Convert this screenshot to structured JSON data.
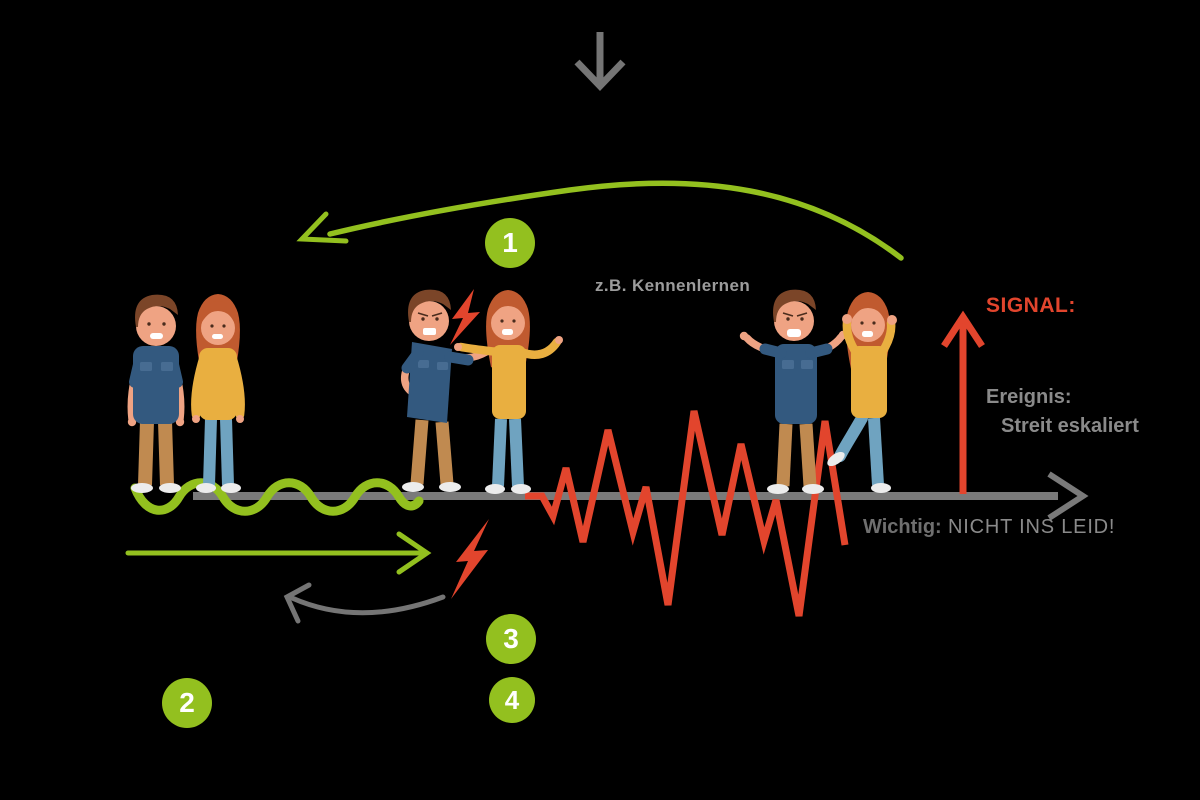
{
  "colors": {
    "background": "#000000",
    "green": "#93c01f",
    "red": "#e2452d",
    "gray": "#757575",
    "axis_gray": "#7a7a7a",
    "label_gray": "#9c9c9c",
    "text_gray": "#8a8a8a",
    "dark_text_gray": "#6f6f6f",
    "skin": "#efa383",
    "hair_man": "#7b4528",
    "hair_woman": "#c05a2f",
    "denim": "#33597f",
    "denim_light": "#476c92",
    "mustard": "#e9af40",
    "tan": "#c08a50",
    "jeans": "#6fa3c0",
    "shoe": "#ececec"
  },
  "labels": {
    "example_event": "z.B. Kennenlernen",
    "signal_title": "SIGNAL:",
    "event_heading": "Ereignis:",
    "event_detail": "Streit eskaliert",
    "important_prefix": "Wichtig:",
    "important_message": " NICHT INS LEID!"
  },
  "step_markers": [
    {
      "number": "1"
    },
    {
      "number": "2"
    },
    {
      "number": "3"
    },
    {
      "number": "4"
    }
  ],
  "icons": {
    "top_arrow": "down-arrow",
    "return_arrow": "curved-left-arrow",
    "flash_top": "lightning-bolt",
    "flash_bottom": "lightning-bolt",
    "baseline_wave": "calm-sine-wave",
    "escalation_wave": "spike-zigzag",
    "signal_arrow": "up-arrow",
    "timeline_arrow": "right-arrow",
    "forward_arrow": "right-arrow",
    "repeat_arrow": "curved-left-arrow"
  }
}
